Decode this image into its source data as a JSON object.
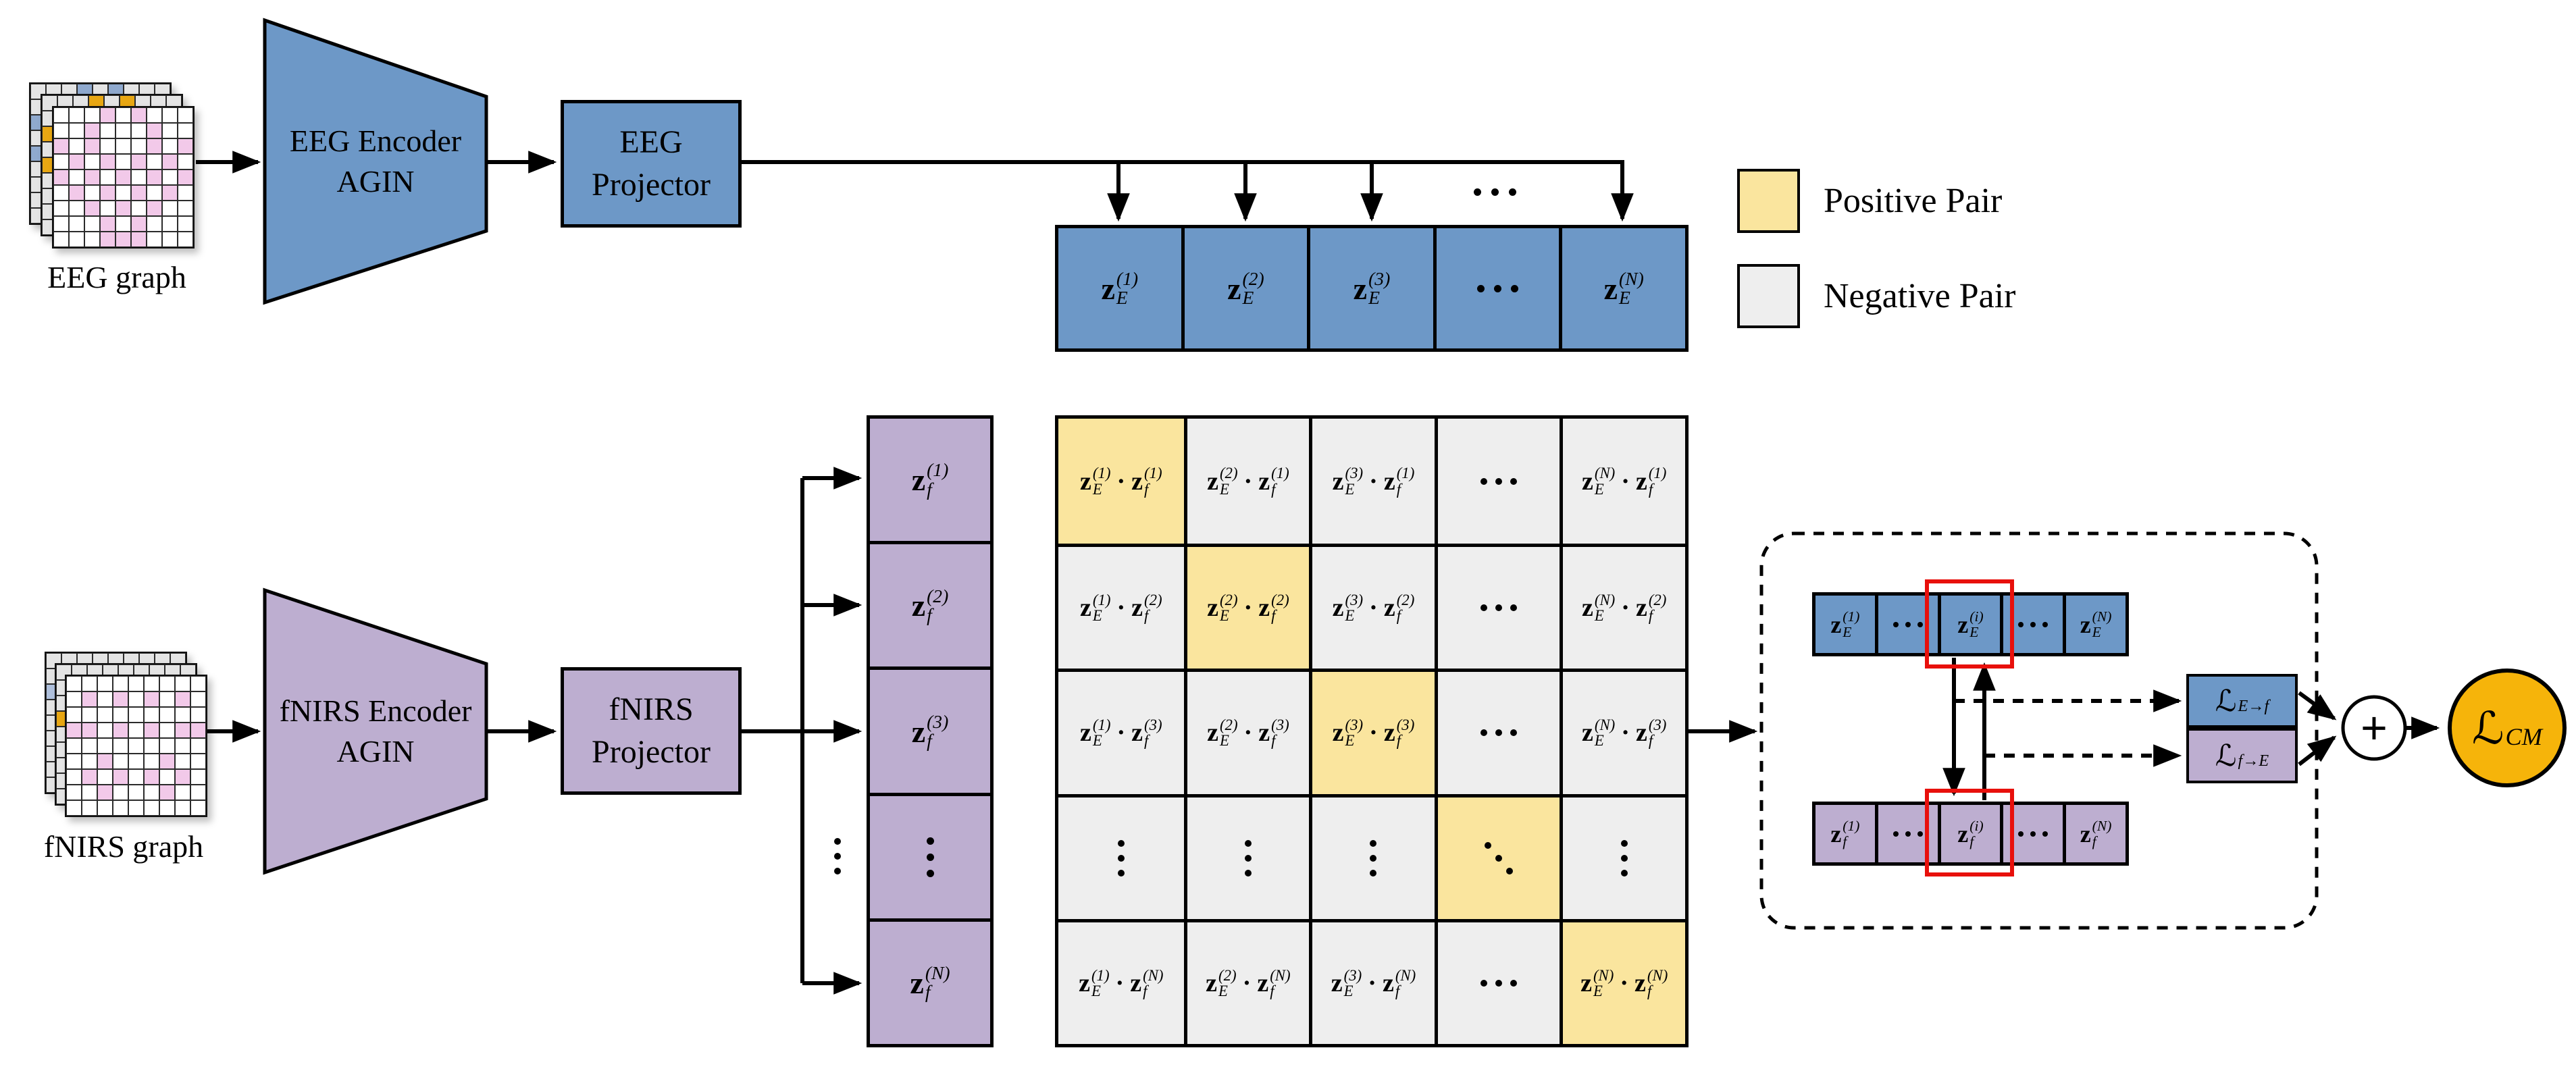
{
  "diagram": {
    "eeg": {
      "graph_label": "EEG graph",
      "encoder_line1": "EEG Encoder",
      "encoder_line2": "AGIN",
      "projector_line1": "EEG",
      "projector_line2": "Projector",
      "row_cells": [
        "z_E^(1)",
        "z_E^(2)",
        "z_E^(3)",
        "⋯",
        "z_E^(N)"
      ],
      "dots": "⋯"
    },
    "fnirs": {
      "graph_label": "fNIRS graph",
      "encoder_line1": "fNIRS Encoder",
      "encoder_line2": "AGIN",
      "projector_line1": "fNIRS",
      "projector_line2": "Projector",
      "col_cells": [
        "z_f^(1)",
        "z_f^(2)",
        "z_f^(3)",
        "⋮",
        "z_f^(N)"
      ],
      "branch_dots": "⋮"
    },
    "legend": {
      "positive": "Positive Pair",
      "negative": "Negative Pair"
    },
    "matrix": {
      "rows": [
        [
          "z_E^(1)·z_f^(1)",
          "z_E^(2)·z_f^(1)",
          "z_E^(3)·z_f^(1)",
          "⋯",
          "z_E^(N)·z_f^(1)"
        ],
        [
          "z_E^(1)·z_f^(2)",
          "z_E^(2)·z_f^(2)",
          "z_E^(3)·z_f^(2)",
          "⋯",
          "z_E^(N)·z_f^(2)"
        ],
        [
          "z_E^(1)·z_f^(3)",
          "z_E^(2)·z_f^(3)",
          "z_E^(3)·z_f^(3)",
          "⋯",
          "z_E^(N)·z_f^(3)"
        ],
        [
          "⋮",
          "⋮",
          "⋮",
          "⋱",
          "⋮"
        ],
        [
          "z_E^(1)·z_f^(N)",
          "z_E^(2)·z_f^(N)",
          "z_E^(3)·z_f^(N)",
          "⋯",
          "z_E^(N)·z_f^(N)"
        ]
      ],
      "positive_cells": [
        [
          0,
          0
        ],
        [
          1,
          1
        ],
        [
          2,
          2
        ],
        [
          3,
          3
        ],
        [
          4,
          4
        ]
      ]
    },
    "pairing": {
      "eeg_cells": [
        "z_E^(1)",
        "⋯",
        "z_E^(i)",
        "⋯",
        "z_E^(N)"
      ],
      "fnirs_cells": [
        "z_f^(1)",
        "⋯",
        "z_f^(i)",
        "⋯",
        "z_f^(N)"
      ],
      "loss_e2f": "ℒ_E→f",
      "loss_f2e": "ℒ_f→E",
      "plus": "+",
      "loss_cm": "ℒ_CM"
    },
    "eeg_stack": {
      "back_cells": [
        [
          0,
          3
        ],
        [
          0,
          5
        ],
        [
          2,
          0
        ],
        [
          4,
          0
        ]
      ],
      "mid_cells": [
        [
          0,
          3
        ],
        [
          0,
          5
        ],
        [
          2,
          0
        ],
        [
          4,
          0
        ]
      ],
      "front_cells": [
        [
          0,
          3
        ],
        [
          0,
          5
        ],
        [
          1,
          2
        ],
        [
          1,
          6
        ],
        [
          2,
          0
        ],
        [
          2,
          2
        ],
        [
          2,
          6
        ],
        [
          2,
          8
        ],
        [
          3,
          1
        ],
        [
          3,
          3
        ],
        [
          3,
          5
        ],
        [
          3,
          7
        ],
        [
          4,
          0
        ],
        [
          4,
          2
        ],
        [
          4,
          4
        ],
        [
          4,
          6
        ],
        [
          4,
          8
        ],
        [
          5,
          1
        ],
        [
          5,
          3
        ],
        [
          5,
          5
        ],
        [
          5,
          7
        ],
        [
          6,
          2
        ],
        [
          6,
          4
        ],
        [
          6,
          6
        ],
        [
          7,
          3
        ],
        [
          7,
          5
        ],
        [
          8,
          3
        ],
        [
          8,
          4
        ],
        [
          8,
          5
        ]
      ]
    },
    "fnirs_stack": {
      "back_cells": [
        [
          2,
          0
        ]
      ],
      "mid_cells": [
        [
          3,
          0
        ]
      ],
      "front_cells": [
        [
          1,
          1
        ],
        [
          1,
          3
        ],
        [
          1,
          5
        ],
        [
          1,
          7
        ],
        [
          3,
          0
        ],
        [
          3,
          1
        ],
        [
          3,
          3
        ],
        [
          3,
          5
        ],
        [
          3,
          7
        ],
        [
          3,
          8
        ],
        [
          5,
          2
        ],
        [
          5,
          6
        ],
        [
          6,
          1
        ],
        [
          6,
          3
        ],
        [
          6,
          5
        ],
        [
          6,
          7
        ],
        [
          7,
          2
        ],
        [
          7,
          6
        ]
      ]
    },
    "colors": {
      "blue": "#6d98c7",
      "purple": "#bdaed0",
      "positive_yellow": "#fae59e",
      "negative_gray": "#eeeeee",
      "loss_circle_orange": "#f6b40a",
      "pink_cell": "#f2c9e9",
      "orange_cell": "#e8a713",
      "blue_cell": "#8fa9ce",
      "lightblue_cell": "#afc0dc",
      "layer_gray": "#e4e4e4",
      "red_highlight": "#e8100c"
    }
  }
}
